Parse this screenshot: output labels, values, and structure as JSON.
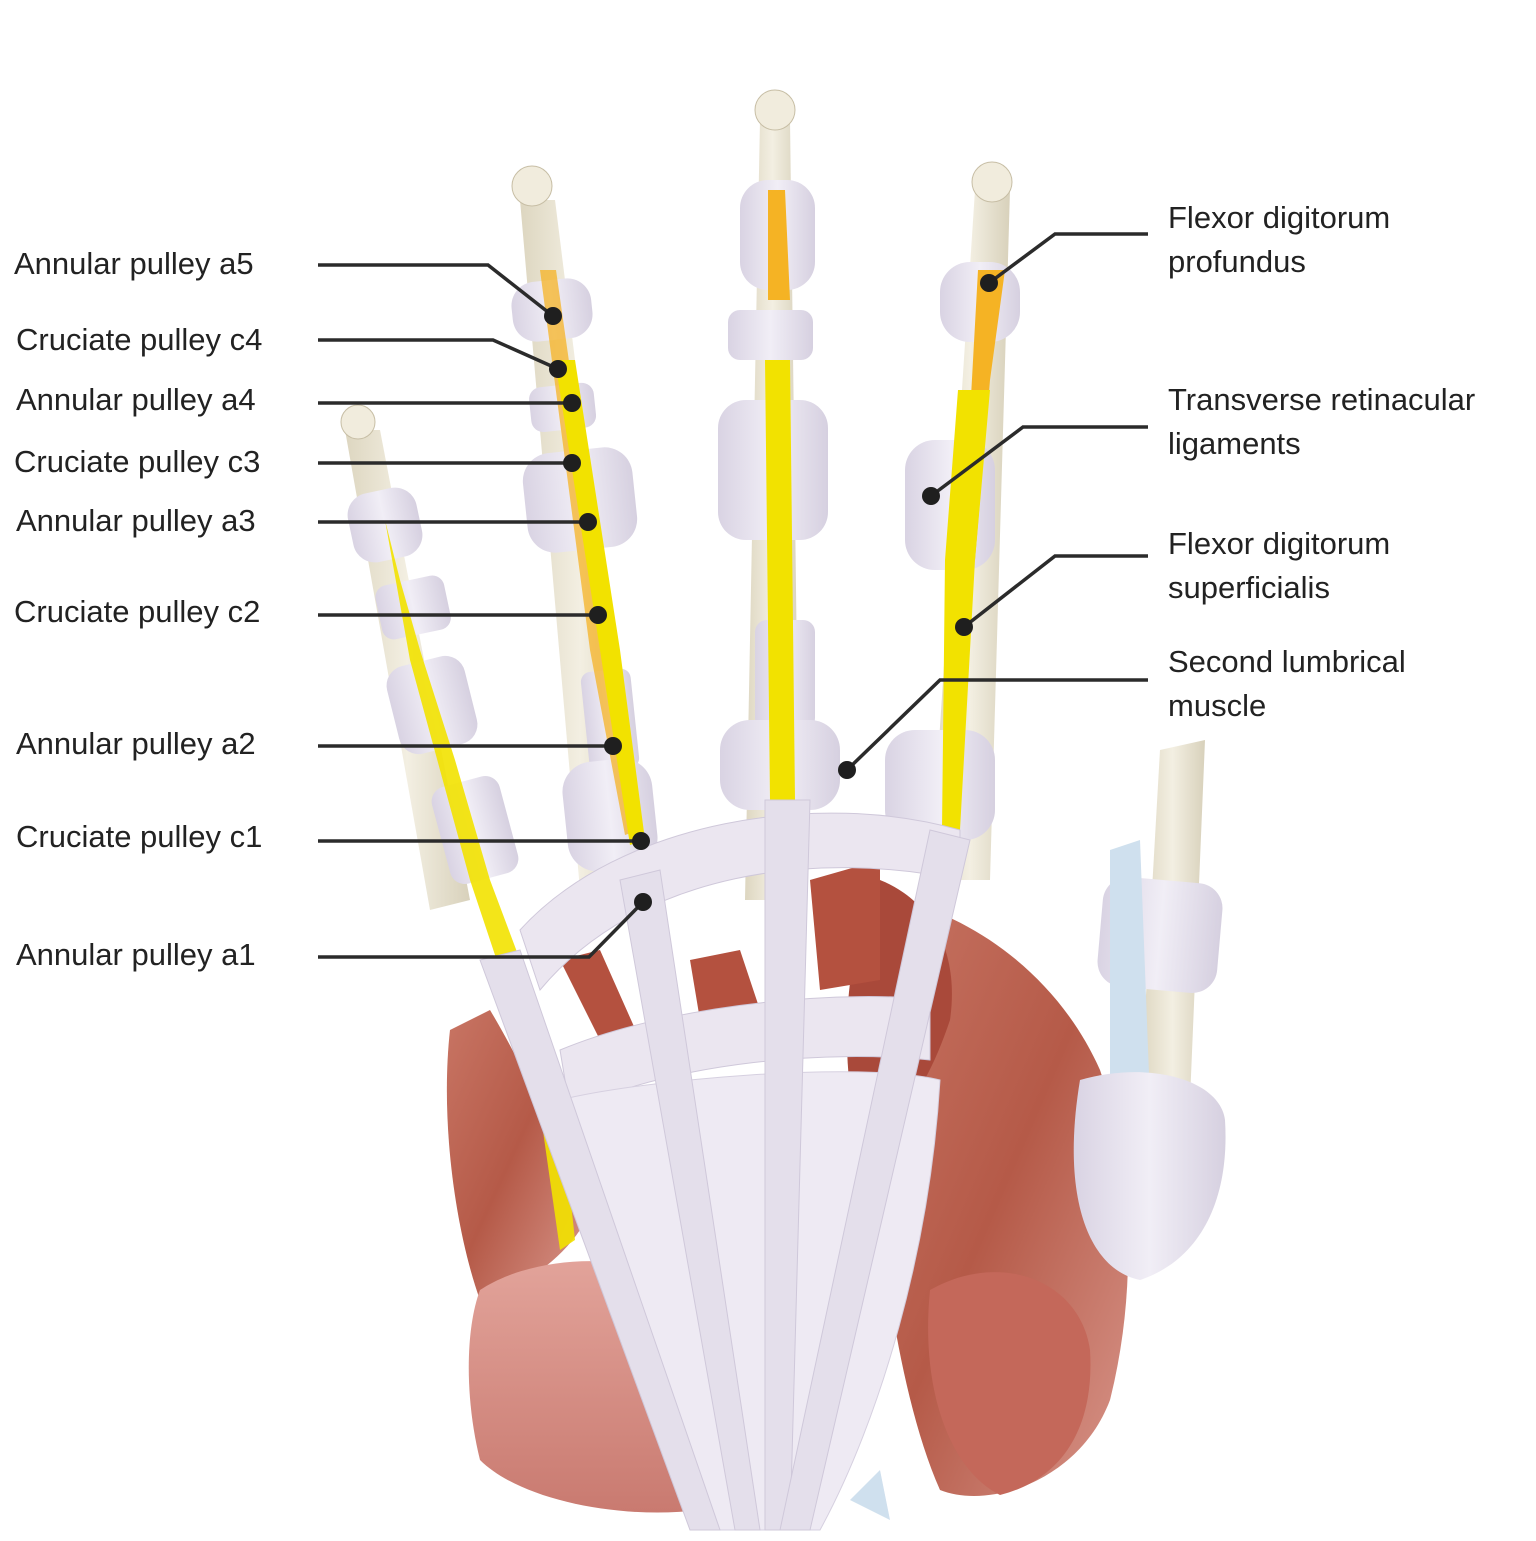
{
  "colors": {
    "background": "#ffffff",
    "text": "#222222",
    "leader_line": "#2b2b2b",
    "bone": "#ece7d6",
    "pulley_sheath": "#e7e2ef",
    "fds_tendon": "#f2e200",
    "fdp_tendon": "#f5b324",
    "muscle": "#b9604f"
  },
  "labels_left": [
    {
      "id": "a5",
      "text": "Annular pulley a5"
    },
    {
      "id": "c4",
      "text": "Cruciate pulley c4"
    },
    {
      "id": "a4",
      "text": "Annular pulley a4"
    },
    {
      "id": "c3",
      "text": "Cruciate pulley c3"
    },
    {
      "id": "a3",
      "text": "Annular pulley a3"
    },
    {
      "id": "c2",
      "text": "Cruciate pulley c2"
    },
    {
      "id": "a2",
      "text": "Annular pulley a2"
    },
    {
      "id": "c1",
      "text": "Cruciate pulley c1"
    },
    {
      "id": "a1",
      "text": "Annular pulley a1"
    }
  ],
  "labels_right": [
    {
      "id": "fdp",
      "lines": [
        "Flexor digitorum",
        "profundus"
      ]
    },
    {
      "id": "trl",
      "lines": [
        "Transverse retinacular",
        "ligaments"
      ]
    },
    {
      "id": "fds",
      "lines": [
        "Flexor digitorum",
        "superficialis"
      ]
    },
    {
      "id": "lum2",
      "lines": [
        "Second lumbrical",
        "muscle"
      ]
    }
  ]
}
